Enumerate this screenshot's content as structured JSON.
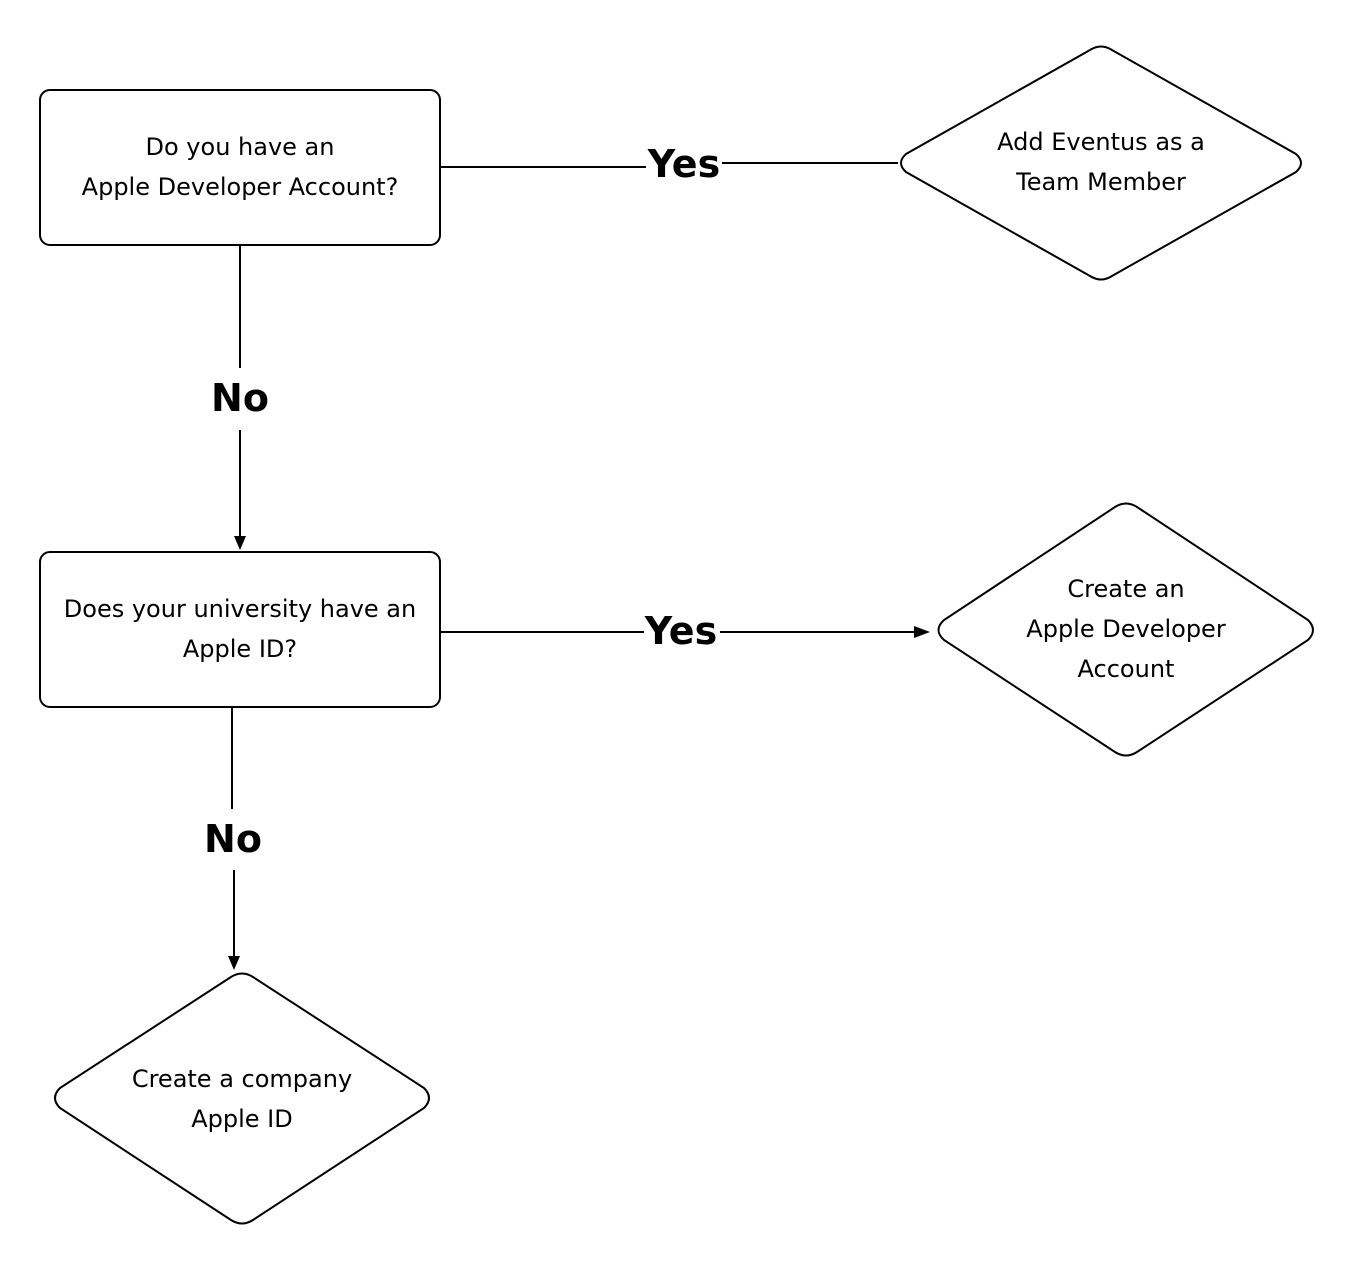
{
  "nodes": {
    "q1": {
      "line1": "Do you have an",
      "line2": "Apple Developer Account?"
    },
    "q2": {
      "line1": "Does your university have an",
      "line2": "Apple ID?"
    },
    "add_team": {
      "line1": "Add Eventus as a",
      "line2": "Team Member"
    },
    "create_dev": {
      "line1": "Create an",
      "line2": "Apple Developer",
      "line3": "Account"
    },
    "create_company": {
      "line1": "Create a company",
      "line2": "Apple ID"
    }
  },
  "edges": {
    "q1_yes": "Yes",
    "q1_no": "No",
    "q2_yes": "Yes",
    "q2_no": "No"
  }
}
